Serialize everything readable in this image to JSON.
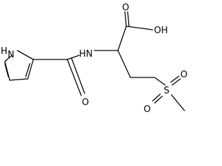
{
  "molecule": {
    "atoms": {
      "oh": "OH",
      "carbonyl_o_acid": "O",
      "nh_amide": "HN",
      "nh_pyrrole": "H",
      "n_pyrrole": "N",
      "carbonyl_o_amide": "O",
      "s": "S",
      "o_sulfonyl_1": "O",
      "o_sulfonyl_2": "O"
    }
  }
}
